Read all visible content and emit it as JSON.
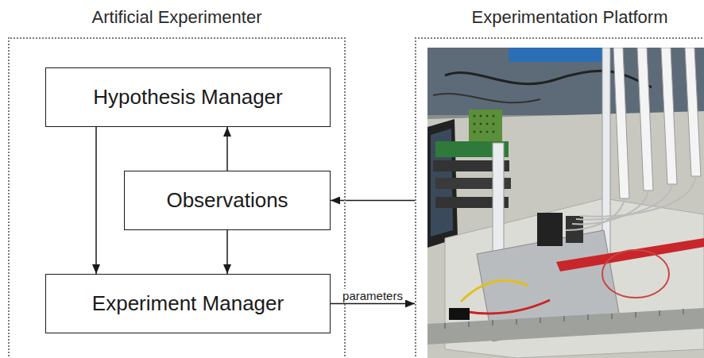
{
  "diagram": {
    "nodes": [
      {
        "text": [
          "Artificial Experimenter"
        ]
      },
      {
        "text": [
          "Hypothesis Manager"
        ],
        "in": 0
      },
      {
        "text": [
          "Observations"
        ],
        "in": 0
      },
      {
        "text": [
          "Experiment Manager"
        ],
        "in": 0
      },
      {
        "text": [
          "Experimentation Platform"
        ]
      }
    ],
    "edges": [
      {
        "from": 2,
        "to": 1,
        "arrow": "to"
      },
      {
        "from": 1,
        "to": 3,
        "arrow": "to"
      },
      {
        "from": 2,
        "to": 3,
        "arrow": "to"
      },
      {
        "from": 4,
        "to": 2,
        "arrow": "to"
      },
      {
        "from": 3,
        "to": 4,
        "label": "parameters",
        "arrow": "to"
      }
    ]
  }
}
